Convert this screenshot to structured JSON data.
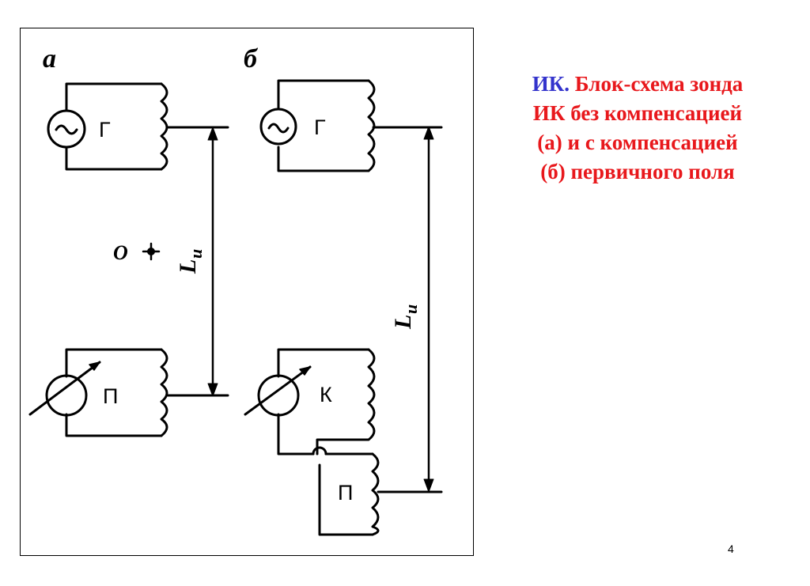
{
  "caption": {
    "prefix": "ИК",
    "separator": ". ",
    "line1_rest": "Блок-схема зонда",
    "line2": "ИК без компенсацией",
    "line3": "(а) и с компенсацией",
    "line4": "(б) первичного поля"
  },
  "colors": {
    "prefix": "#3333cc",
    "caption": "#e8181c",
    "ink": "#000000"
  },
  "diagram": {
    "panel_a_label": "а",
    "panel_b_label": "б",
    "generator_letter": "Г",
    "receiver_letter": "П",
    "compensator_letter": "К",
    "length_label_main": "L",
    "length_label_sub": "и",
    "origin_label": "О"
  },
  "page_number": "4"
}
